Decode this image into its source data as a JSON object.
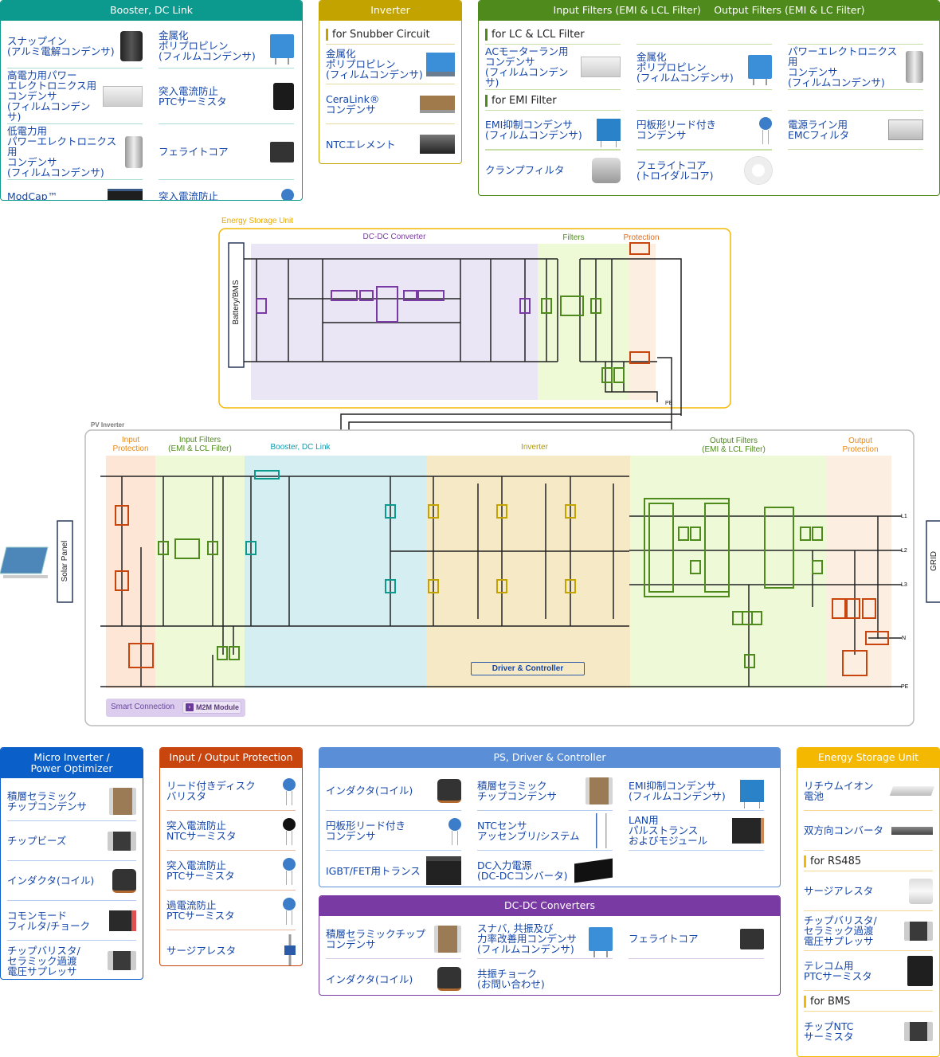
{
  "colors": {
    "teal": "#0d9a8e",
    "gold": "#c2a300",
    "green": "#4e8a1c",
    "blue": "#0a5fc8",
    "orange": "#c9450e",
    "steel": "#5a8ed6",
    "purple": "#7a3aa3",
    "yellow": "#f4b800",
    "link": "#1546a8"
  },
  "panels": {
    "booster": {
      "title": "Booster, DC Link",
      "items": [
        {
          "label": "スナップイン\n(アルミ電解コンデンサ)",
          "icon": "snap-in-capacitor"
        },
        {
          "label": "金属化\nポリプロピレン\n(フィルムコンデンサ)",
          "icon": "film-capacitor"
        },
        {
          "label": "高電力用パワー\nエレクトロニクス用\nコンデンサ\n(フィルムコンデンサ)",
          "icon": "power-film-capacitor"
        },
        {
          "label": "突入電流防止\nPTCサーミスタ",
          "icon": "ptc-thermistor"
        },
        {
          "label": "低電力用\nパワーエレクトロニクス用\nコンデンサ\n(フィルムコンデンサ)",
          "icon": "can-capacitor"
        },
        {
          "label": "フェライトコア",
          "icon": "ferrite-core"
        },
        {
          "label": "ModCap™\n(Film Capacitors)",
          "icon": "modcap"
        },
        {
          "label": "突入電流防止\nPTCサーミスタ",
          "icon": "disc-ptc-thermistor"
        }
      ]
    },
    "inverter": {
      "title": "Inverter",
      "subheading": "for Snubber Circuit",
      "items": [
        {
          "label": "金属化\nポリプロピレン\n(フィルムコンデンサ)",
          "icon": "snubber-capacitor"
        },
        {
          "label": "CeraLink®\nコンデンサ",
          "icon": "ceralink-capacitor"
        },
        {
          "label": "NTCエレメント",
          "icon": "ntc-element"
        }
      ]
    },
    "filters": {
      "title": "Input Filters (EMI & LCL Filter)　 Output Filters (EMI & LC Filter)",
      "groups": [
        {
          "subheading": "for LC & LCL Filter",
          "items": [
            {
              "label": "ACモーターラン用\nコンデンサ\n(フィルムコンデンサ)",
              "icon": "ac-motor-run-capacitor"
            },
            {
              "label": "金属化\nポリプロピレン\n(フィルムコンデンサ)",
              "icon": "film-capacitor"
            },
            {
              "label": "パワーエレクトロニクス用\nコンデンサ\n (フィルムコンデンサ)",
              "icon": "can-capacitor"
            }
          ]
        },
        {
          "subheading": "for EMI Filter",
          "items": [
            {
              "label": "EMI抑制コンデンサ\n(フィルムコンデンサ)",
              "icon": "emi-capacitor"
            },
            {
              "label": "円板形リード付き\nコンデンサ",
              "icon": "disc-capacitor"
            },
            {
              "label": "電源ライン用\nEMCフィルタ",
              "icon": "emc-filter"
            },
            {
              "label": "クランプフィルタ",
              "icon": "clamp-filter"
            },
            {
              "label": "フェライトコア\n(トロイダルコア)",
              "icon": "toroidal-core"
            }
          ]
        }
      ]
    },
    "micro": {
      "title": "Micro Inverter /\nPower Optimizer",
      "items": [
        {
          "label": "積層セラミック\nチップコンデンサ",
          "icon": "mlcc"
        },
        {
          "label": "チップビーズ",
          "icon": "chip-bead"
        },
        {
          "label": "インダクタ(コイル)",
          "icon": "inductor"
        },
        {
          "label": "コモンモード\nフィルタ/チョーク",
          "icon": "common-mode-choke"
        },
        {
          "label": "チップバリスタ/\nセラミック過渡\n電圧サプレッサ",
          "icon": "chip-varistor"
        }
      ]
    },
    "protection": {
      "title": "Input / Output Protection",
      "items": [
        {
          "label": "リード付きディスク\nバリスタ",
          "icon": "disc-varistor"
        },
        {
          "label": "突入電流防止\nNTCサーミスタ",
          "icon": "ntc-thermistor"
        },
        {
          "label": "突入電流防止\nPTCサーミスタ",
          "icon": "ptc-thermistor"
        },
        {
          "label": "過電流防止\nPTCサーミスタ",
          "icon": "ptc-thermistor"
        },
        {
          "label": "サージアレスタ",
          "icon": "surge-arrester"
        }
      ]
    },
    "ps": {
      "title": "PS, Driver & Controller",
      "items": [
        {
          "label": "インダクタ(コイル)",
          "icon": "inductor"
        },
        {
          "label": "積層セラミック\nチップコンデンサ",
          "icon": "mlcc"
        },
        {
          "label": "EMI抑制コンデンサ\n(フィルムコンデンサ)",
          "icon": "emi-capacitor"
        },
        {
          "label": "円板形リード付き\nコンデンサ",
          "icon": "disc-capacitor"
        },
        {
          "label": "NTCセンサ\nアッセンブリ/システム",
          "icon": "ntc-sensor"
        },
        {
          "label": "LAN用\nパルストランス\nおよびモジュール",
          "icon": "pulse-transformer"
        },
        {
          "label": "IGBT/FET用トランス",
          "icon": "igbt-transformer"
        },
        {
          "label": "DC入力電源\n(DC-DCコンバータ)",
          "icon": "dc-dc-module"
        }
      ]
    },
    "dcdc": {
      "title": "DC-DC Converters",
      "items": [
        {
          "label": "積層セラミックチップ\nコンデンサ",
          "icon": "mlcc"
        },
        {
          "label": "スナバ, 共振及び\n力率改善用コンデンサ\n(フィルムコンデンサ)",
          "icon": "film-capacitor"
        },
        {
          "label": "フェライトコア",
          "icon": "ferrite-core"
        },
        {
          "label": "インダクタ(コイル)",
          "icon": "inductor"
        },
        {
          "label": "共振チョーク\n(お問い合わせ)",
          "icon": ""
        }
      ]
    },
    "energy": {
      "title": "Energy Storage Unit",
      "items": [
        {
          "label": "リチウムイオン\n電池",
          "icon": "li-ion-battery"
        },
        {
          "label": "双方向コンバータ",
          "icon": "bidirectional-converter"
        }
      ],
      "groups": [
        {
          "subheading": "for RS485",
          "items": [
            {
              "label": "サージアレスタ",
              "icon": "surge-arrester"
            },
            {
              "label": "チップバリスタ/\nセラミック過渡\n電圧サプレッサ",
              "icon": "chip-varistor"
            },
            {
              "label": "テレコム用\nPTCサーミスタ",
              "icon": "telecom-ptc"
            }
          ]
        },
        {
          "subheading": "for BMS",
          "items": [
            {
              "label": "チップNTC\nサーミスタ",
              "icon": "chip-ntc"
            }
          ]
        }
      ]
    }
  },
  "diagram": {
    "energy_storage_unit": {
      "title": "Energy Storage Unit",
      "battery_label": "Battery/BMS",
      "regions": {
        "dcdc": "DC-DC Converter",
        "filters": "Filters",
        "protection": "Protection"
      },
      "pe": "PE"
    },
    "pv_inverter": {
      "title": "PV Inverter",
      "solar_label": "Solar Panel",
      "grid_label": "GRID",
      "regions": {
        "input_protection": "Input\nProtection",
        "input_filters": "Input Filters\n(EMI & LCL Filter)",
        "booster": "Booster, DC Link",
        "inverter": "Inverter",
        "output_filters": "Output Filters\n(EMI & LCL Filter)",
        "output_protection": "Output\nProtection"
      },
      "driver_button": "Driver & Controller",
      "smart_connection": "Smart Connection",
      "m2m_button": "M2M Module",
      "terminals": [
        "L1",
        "L2",
        "L3",
        "N",
        "PE"
      ]
    }
  }
}
